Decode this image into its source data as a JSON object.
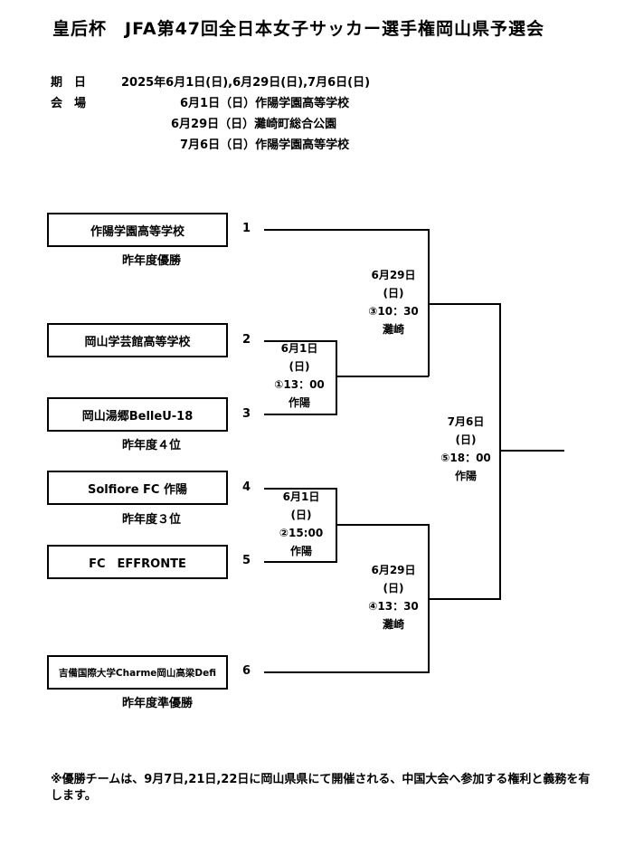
{
  "title": "皇后杯　JFA第47回全日本女子サッカー選手権岡山県予選会",
  "schedule": {
    "date_label": "期　日",
    "dates": "2025年6月1日(日),6月29日(日),7月6日(日)",
    "venue_label": "会　場",
    "venues": [
      "6月1日（日）作陽学園高等学校",
      "6月29日（日）灘崎町総合公園",
      "7月6日（日）作陽学園高等学校"
    ]
  },
  "teams": [
    {
      "no": "1",
      "name": "作陽学園高等学校",
      "note": "昨年度優勝"
    },
    {
      "no": "2",
      "name": "岡山学芸館高等学校",
      "note": ""
    },
    {
      "no": "3",
      "name": "岡山湯郷BelleU-18",
      "note": "昨年度４位"
    },
    {
      "no": "4",
      "name": "Solfiore FC 作陽",
      "note": "昨年度３位"
    },
    {
      "no": "5",
      "name": "FC　EFFRONTE",
      "note": ""
    },
    {
      "no": "6",
      "name": "吉備国際大学Charme岡山高梁Defi",
      "note": "昨年度準優勝"
    }
  ],
  "matches": {
    "m1": {
      "date": "6月1日",
      "day": "(日)",
      "time": "①13：00",
      "venue": "作陽"
    },
    "m2": {
      "date": "6月1日",
      "day": "(日)",
      "time": "②15:00",
      "venue": "作陽"
    },
    "m3": {
      "date": "6月29日",
      "day": "(日)",
      "time": "③10：30",
      "venue": "灘崎"
    },
    "m4": {
      "date": "6月29日",
      "day": "(日)",
      "time": "④13：30",
      "venue": "灘崎"
    },
    "m5": {
      "date": "7月6日",
      "day": "(日)",
      "time": "⑤18：00",
      "venue": "作陽"
    }
  },
  "footnote": "※優勝チームは、9月7日,21日,22日に岡山県県にて開催される、中国大会へ参加する権利と義務を有します。"
}
